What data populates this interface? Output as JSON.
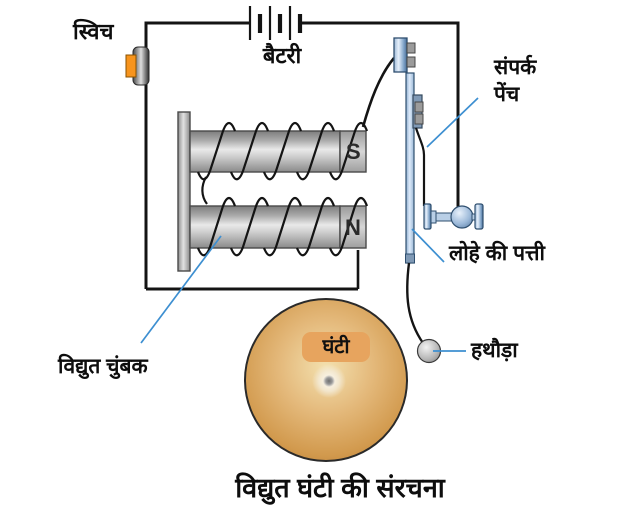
{
  "caption": "विद्युत घंटी की संरचना",
  "labels": {
    "switch": "स्विच",
    "battery": "बैटरी",
    "contact_screw_line1": "संपर्क",
    "contact_screw_line2": "पेंच",
    "iron_strip": "लोहे की पत्ती",
    "hammer": "हथौड़ा",
    "bell": "घंटी",
    "electromagnet": "विद्युत चुंबक"
  },
  "poles": {
    "top": "S",
    "bottom": "N"
  },
  "colors": {
    "wire_black": "#141414",
    "leader_line": "#3d8fd1",
    "switch_orange": "#f7941d",
    "steel_blue": "#9cb9d9",
    "metal_gray": "#c0c0c0",
    "bell_gold": "#d9a55f",
    "bell_tag": "#e7a45e"
  }
}
